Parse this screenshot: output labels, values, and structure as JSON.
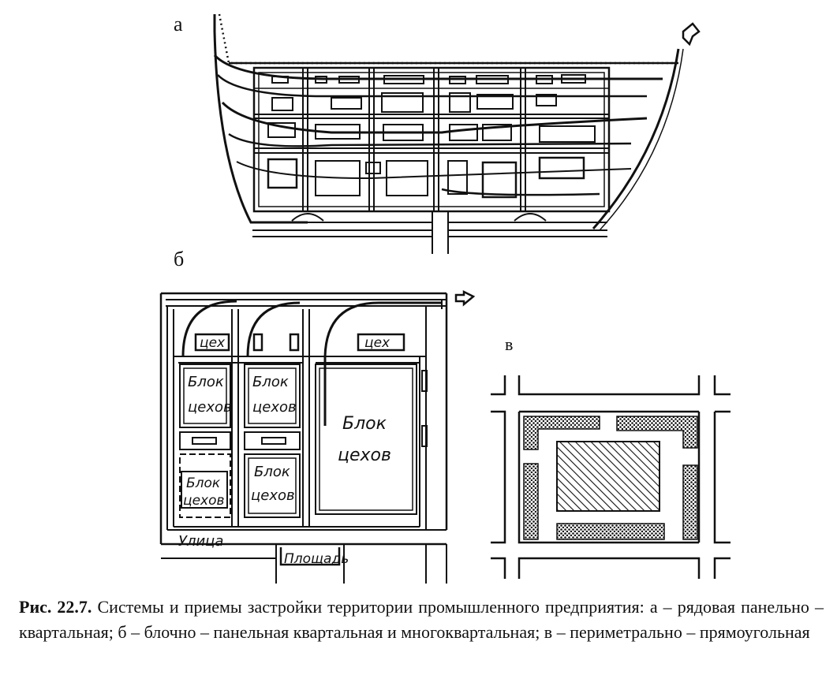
{
  "figure_labels": {
    "a": "а",
    "b": "б",
    "v": "в"
  },
  "diagram_b_text": {
    "workshop_1": "цех",
    "workshop_2": "цех",
    "block_1_line1": "Блок",
    "block_1_line2": "цехов",
    "block_2_line1": "Блок",
    "block_2_line2": "цехов",
    "block_3_line1": "Блок",
    "block_3_line2": "цехов",
    "block_4_line1": "Блок",
    "block_4_line2": "цехов",
    "block_5_line1": "Блок",
    "block_5_line2": "цехов",
    "street": "Улица",
    "square": "Площадь"
  },
  "caption": {
    "prefix": "Рис. 22.7.",
    "text": " Системы и приемы застройки территории промышленного предприятия: а – рядовая панельно – квартальная; б – блочно – панельная квартальная и многоквартальная; в – периметрально – прямоугольная"
  }
}
